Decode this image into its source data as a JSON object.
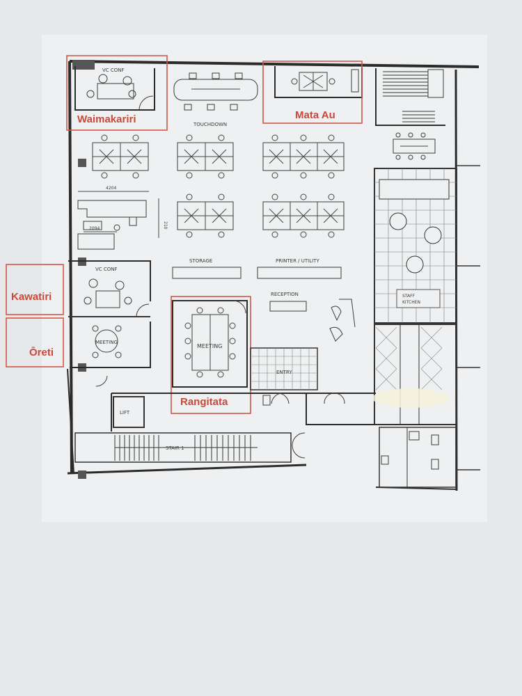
{
  "plan": {
    "room_labels": {
      "vc_conf_top": "VC CONF",
      "touchdown": "TOUCHDOWN",
      "storage": "STORAGE",
      "printer_utility": "PRINTER / UTILITY",
      "reception": "RECEPTION",
      "vc_conf_mid": "VC CONF",
      "meeting_small": "MEETING",
      "meeting_large": "MEETING",
      "entry": "ENTRY",
      "lift": "LIFT",
      "stair": "STAIR 1",
      "staff_kitchen_1": "STAFF",
      "staff_kitchen_2": "KITCHEN"
    },
    "dimensions": {
      "d4204": "4204",
      "d2094": "2094",
      "d210": "210"
    }
  },
  "rooms": {
    "waimakariri": "Waimakariri",
    "mata_au": "Mata Au",
    "kawatiri": "Kawatiri",
    "oreti": "Ōreti",
    "rangitata": "Rangitata"
  }
}
